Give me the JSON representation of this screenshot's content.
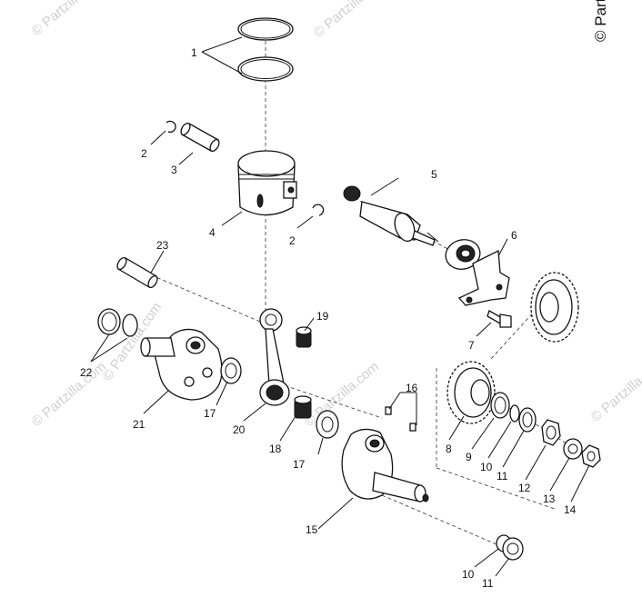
{
  "watermark": {
    "text": "© Partzilla.com",
    "corner_text": "© Partz"
  },
  "callouts": [
    {
      "id": "1",
      "text": "1"
    },
    {
      "id": "2a",
      "text": "2"
    },
    {
      "id": "2b",
      "text": "2"
    },
    {
      "id": "3",
      "text": "3"
    },
    {
      "id": "4",
      "text": "4"
    },
    {
      "id": "5",
      "text": "5"
    },
    {
      "id": "6",
      "text": "6"
    },
    {
      "id": "7",
      "text": "7"
    },
    {
      "id": "8",
      "text": "8"
    },
    {
      "id": "9",
      "text": "9"
    },
    {
      "id": "10a",
      "text": "10"
    },
    {
      "id": "10b",
      "text": "10"
    },
    {
      "id": "11a",
      "text": "11"
    },
    {
      "id": "11b",
      "text": "11"
    },
    {
      "id": "12",
      "text": "12"
    },
    {
      "id": "13",
      "text": "13"
    },
    {
      "id": "14",
      "text": "14"
    },
    {
      "id": "15",
      "text": "15"
    },
    {
      "id": "16",
      "text": "16"
    },
    {
      "id": "17a",
      "text": "17"
    },
    {
      "id": "17b",
      "text": "17"
    },
    {
      "id": "18",
      "text": "18"
    },
    {
      "id": "19",
      "text": "19"
    },
    {
      "id": "20",
      "text": "20"
    },
    {
      "id": "21",
      "text": "21"
    },
    {
      "id": "22",
      "text": "22"
    },
    {
      "id": "23",
      "text": "23"
    }
  ]
}
